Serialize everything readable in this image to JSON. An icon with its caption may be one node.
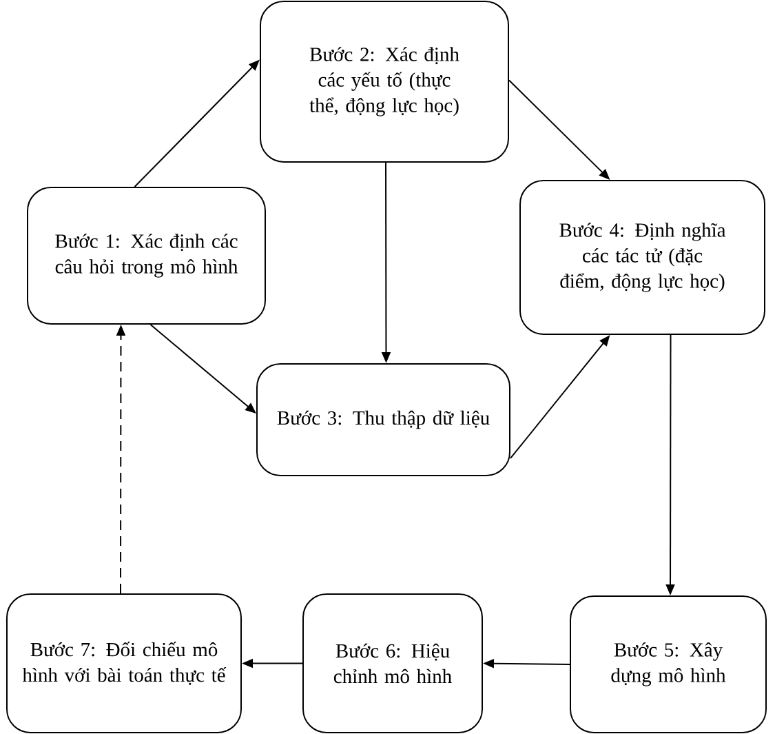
{
  "diagram": {
    "nodes": [
      {
        "text": [
          "Bước 1: Xác định các câu hỏi trong mô hình"
        ]
      },
      {
        "text": [
          "Bước 2: Xác định các yếu tố (thực thể, động lực học)"
        ]
      },
      {
        "text": [
          "Bước 3: Thu thập dữ liệu"
        ]
      },
      {
        "text": [
          "Bước 4: Định nghĩa các tác tử (đặc điểm, động lực học)"
        ]
      },
      {
        "text": [
          "Bước 5: Xây dựng mô hình"
        ]
      },
      {
        "text": [
          "Bước 6: Hiệu chỉnh mô hình"
        ]
      },
      {
        "text": [
          "Bước 7: Đối chiếu mô hình với bài toán thực tế"
        ]
      }
    ],
    "edges": [
      {
        "from": 0,
        "to": 1,
        "arrow": "to"
      },
      {
        "from": 1,
        "to": 3,
        "arrow": "to"
      },
      {
        "from": 1,
        "to": 2,
        "arrow": "to"
      },
      {
        "from": 0,
        "to": 2,
        "arrow": "to"
      },
      {
        "from": 2,
        "to": 3,
        "arrow": "to"
      },
      {
        "from": 3,
        "to": 4,
        "arrow": "to"
      },
      {
        "from": 4,
        "to": 5,
        "arrow": "to"
      },
      {
        "from": 5,
        "to": 6,
        "arrow": "to"
      },
      {
        "from": 6,
        "to": 0,
        "arrow": "to",
        "style": "dashed"
      }
    ]
  }
}
